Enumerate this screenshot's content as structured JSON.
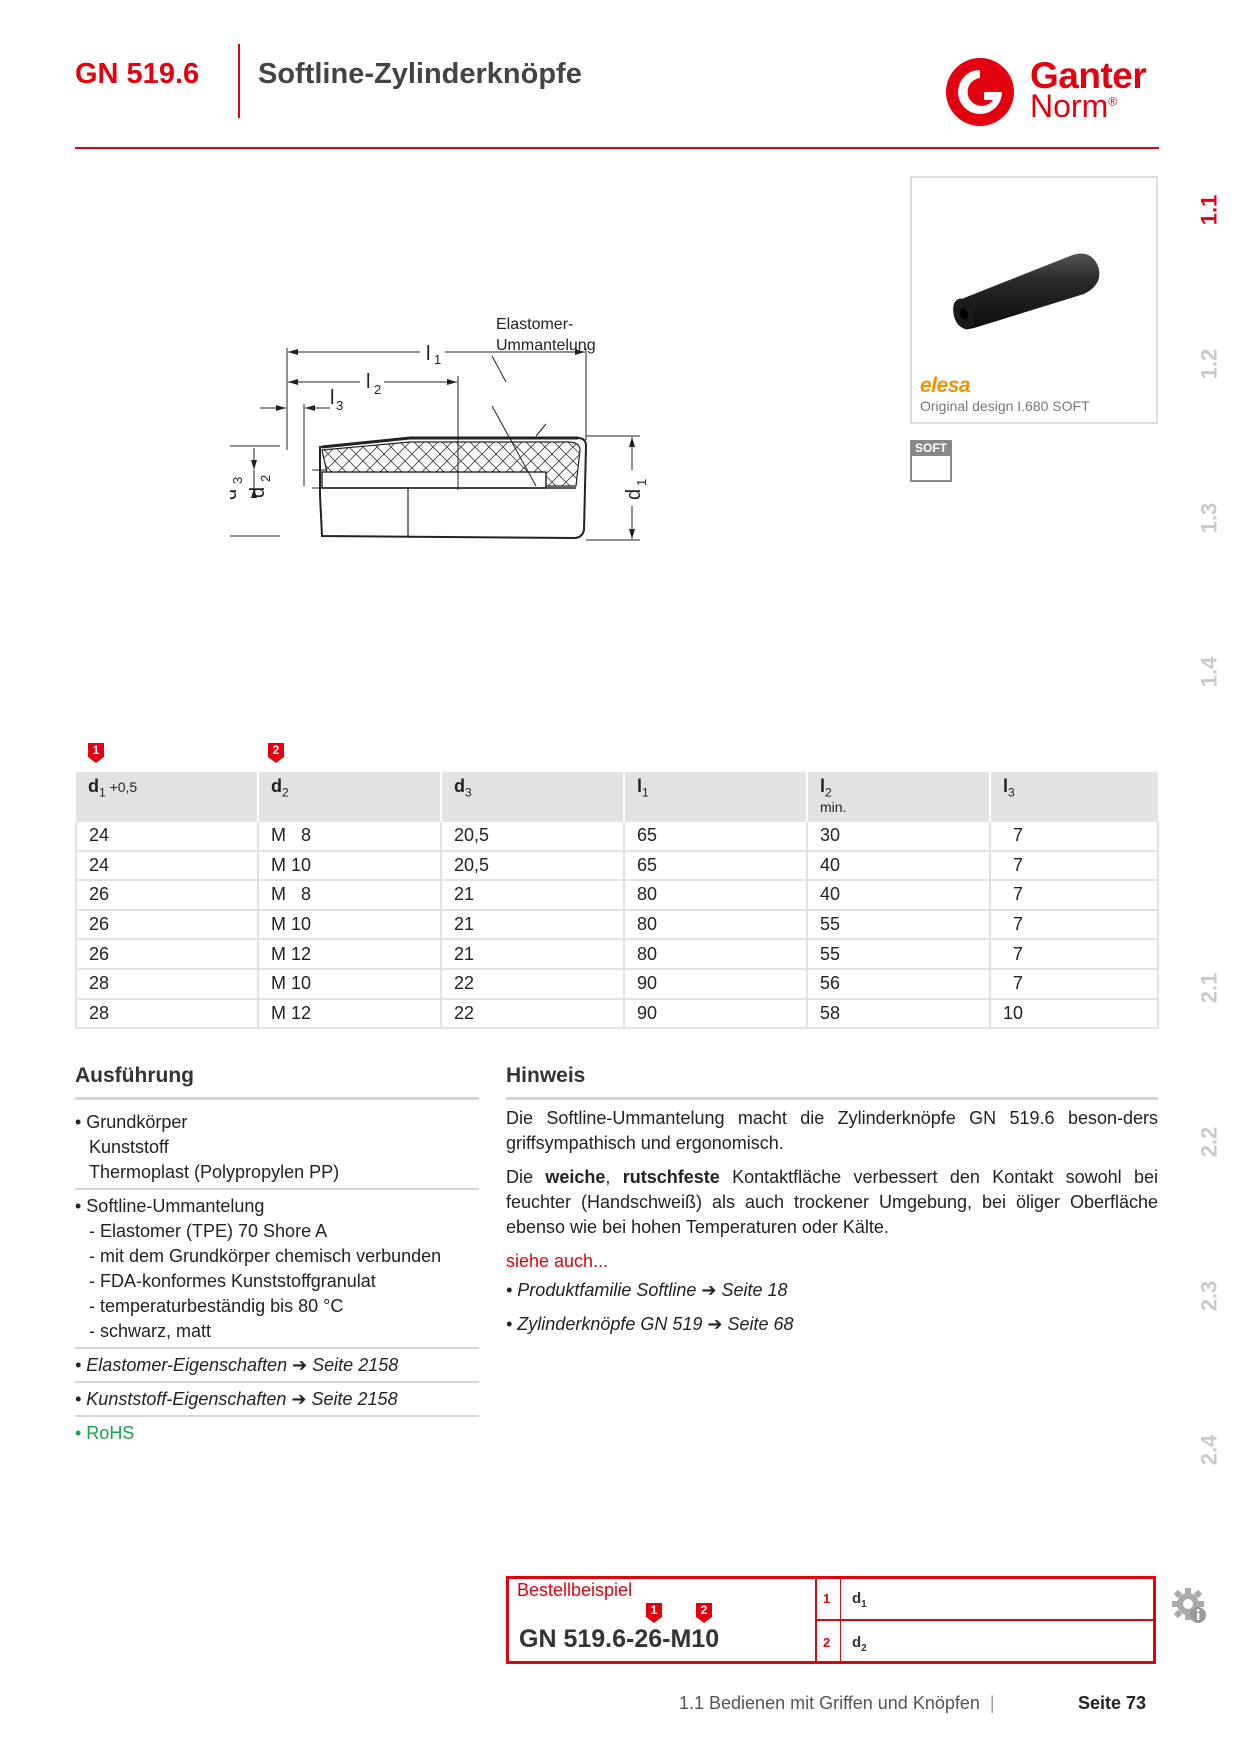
{
  "header": {
    "code": "GN 519.6",
    "title": "Softline-Zylinderknöpfe",
    "brand_line1": "Ganter",
    "brand_line2": "Norm",
    "registered": "®"
  },
  "side_tabs": [
    {
      "label": "1.1",
      "active": true
    },
    {
      "label": "1.2",
      "active": false
    },
    {
      "label": "1.3",
      "active": false
    },
    {
      "label": "1.4",
      "active": false
    },
    {
      "label": "2.1",
      "active": false
    },
    {
      "label": "2.2",
      "active": false
    },
    {
      "label": "2.3",
      "active": false
    },
    {
      "label": "2.4",
      "active": false
    }
  ],
  "product_photo": {
    "brand": "elesa",
    "caption": "Original design I.680 SOFT",
    "badge": "SOFT"
  },
  "drawing": {
    "callout_line1": "Elastomer-",
    "callout_line2": "Ummantelung",
    "dims": {
      "l": "l",
      "d": "d",
      "i1": "1",
      "i2": "2",
      "i3": "3"
    }
  },
  "markers": {
    "m1": "1",
    "m2": "2"
  },
  "table": {
    "headers": {
      "d1": "d",
      "d1_sub": "1",
      "d1_tol": " +0,5",
      "d2": "d",
      "d2_sub": "2",
      "d3": "d",
      "d3_sub": "3",
      "l1": "l",
      "l1_sub": "1",
      "l2": "l",
      "l2_sub": "2",
      "l2_min": "min.",
      "l3": "l",
      "l3_sub": "3"
    },
    "rows": [
      [
        "24",
        "M   8",
        "20,5",
        "65",
        "30",
        "  7"
      ],
      [
        "24",
        "M 10",
        "20,5",
        "65",
        "40",
        "  7"
      ],
      [
        "26",
        "M   8",
        "21",
        "80",
        "40",
        "  7"
      ],
      [
        "26",
        "M 10",
        "21",
        "80",
        "55",
        "  7"
      ],
      [
        "26",
        "M 12",
        "21",
        "80",
        "55",
        "  7"
      ],
      [
        "28",
        "M 10",
        "22",
        "90",
        "56",
        "  7"
      ],
      [
        "28",
        "M 12",
        "22",
        "90",
        "58",
        "10"
      ]
    ]
  },
  "ausfuehrung": {
    "title": "Ausführung",
    "grund_1": "• Grundkörper",
    "grund_2": "Kunststoff",
    "grund_3": "Thermoplast (Polypropylen PP)",
    "soft_1": "• Softline-Ummantelung",
    "soft_2": "- Elastomer (TPE) 70 Shore A",
    "soft_3": "- mit dem Grundkörper chemisch verbunden",
    "soft_4": "- FDA-konformes Kunststoffgranulat",
    "soft_5": "- temperaturbeständig bis 80 °C",
    "soft_6": "- schwarz, matt",
    "ref_1": "• Elastomer-Eigenschaften ➔ Seite 2158",
    "ref_2": "• Kunststoff-Eigenschaften ➔ Seite 2158",
    "rohs": "• RoHS"
  },
  "hinweis": {
    "title": "Hinweis",
    "p1": "Die Softline-Ummantelung macht die Zylinderknöpfe GN 519.6 beson-ders griffsympathisch und ergonomisch.",
    "p2_a": "Die ",
    "p2_b": "weiche",
    "p2_c": ", ",
    "p2_d": "rutschfeste",
    "p2_e": " Kontaktfläche verbessert den Kontakt sowohl bei feuchter (Handschweiß) als auch trockener Umgebung, bei öliger Oberfläche ebenso wie bei hohen Temperaturen oder Kälte.",
    "siehe": "siehe auch...",
    "ref_1": "• Produktfamilie Softline ➔ Seite 18",
    "ref_2": "• Zylinderknöpfe GN 519 ➔ Seite 68"
  },
  "order": {
    "label": "Bestellbeispiel",
    "code": "GN 519.6-26-M10",
    "n1": "1",
    "v1": "d",
    "v1_sub": "1",
    "n2": "2",
    "v2": "d",
    "v2_sub": "2"
  },
  "footer": {
    "section": "1.1 Bedienen mit Griffen und Knöpfen",
    "sep": "|",
    "page": "Seite 73"
  },
  "colors": {
    "accent": "#e3000f",
    "grey": "#e2e2e2",
    "green": "#16a34a",
    "elesa": "#f39200"
  }
}
